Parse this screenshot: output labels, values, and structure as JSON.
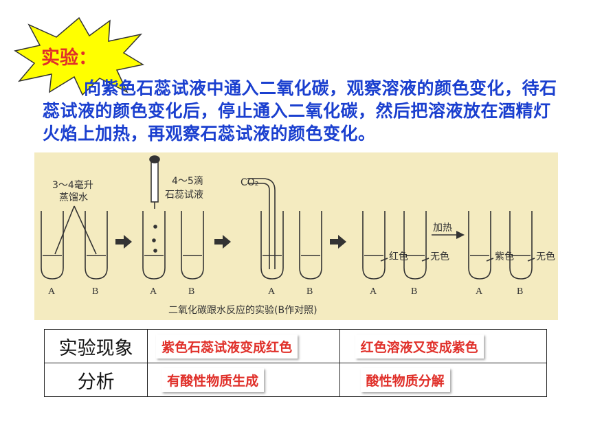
{
  "title": "实验：",
  "intro": "向紫色石蕊试液中通入二氧化碳，观察溶液的颜色变化，待石蕊试液的颜色变化后，停止通入二氧化碳，然后把溶液放在酒精灯火焰上加热，再观察石蕊试液的颜色变化。",
  "figure": {
    "step1_label_line1": "3～4毫升",
    "step1_label_line2": "蒸馏水",
    "step2_label_line1": "4～5滴",
    "step2_label_line2": "石蕊试液",
    "co2_label": "CO₂",
    "heat_label": "加热",
    "tube_a": "A",
    "tube_b": "B",
    "red": "红色",
    "colorless": "无色",
    "purple": "紫色",
    "caption": "二氧化碳跟水反应的实验(B作对照)"
  },
  "table": {
    "row1_header": "实验现象",
    "row1_col1": "紫色石蕊试液变成红色",
    "row1_col2": "红色溶液又变成紫色",
    "row2_header": "分析",
    "row2_col1": "有酸性物质生成",
    "row2_col2": "酸性物质分解"
  },
  "colors": {
    "title": "#e0302a",
    "intro_text": "#1a3fcf",
    "burst_fill": "#ffff00",
    "figure_bg": "#f4ebc0",
    "answer_text": "#e0302a"
  }
}
